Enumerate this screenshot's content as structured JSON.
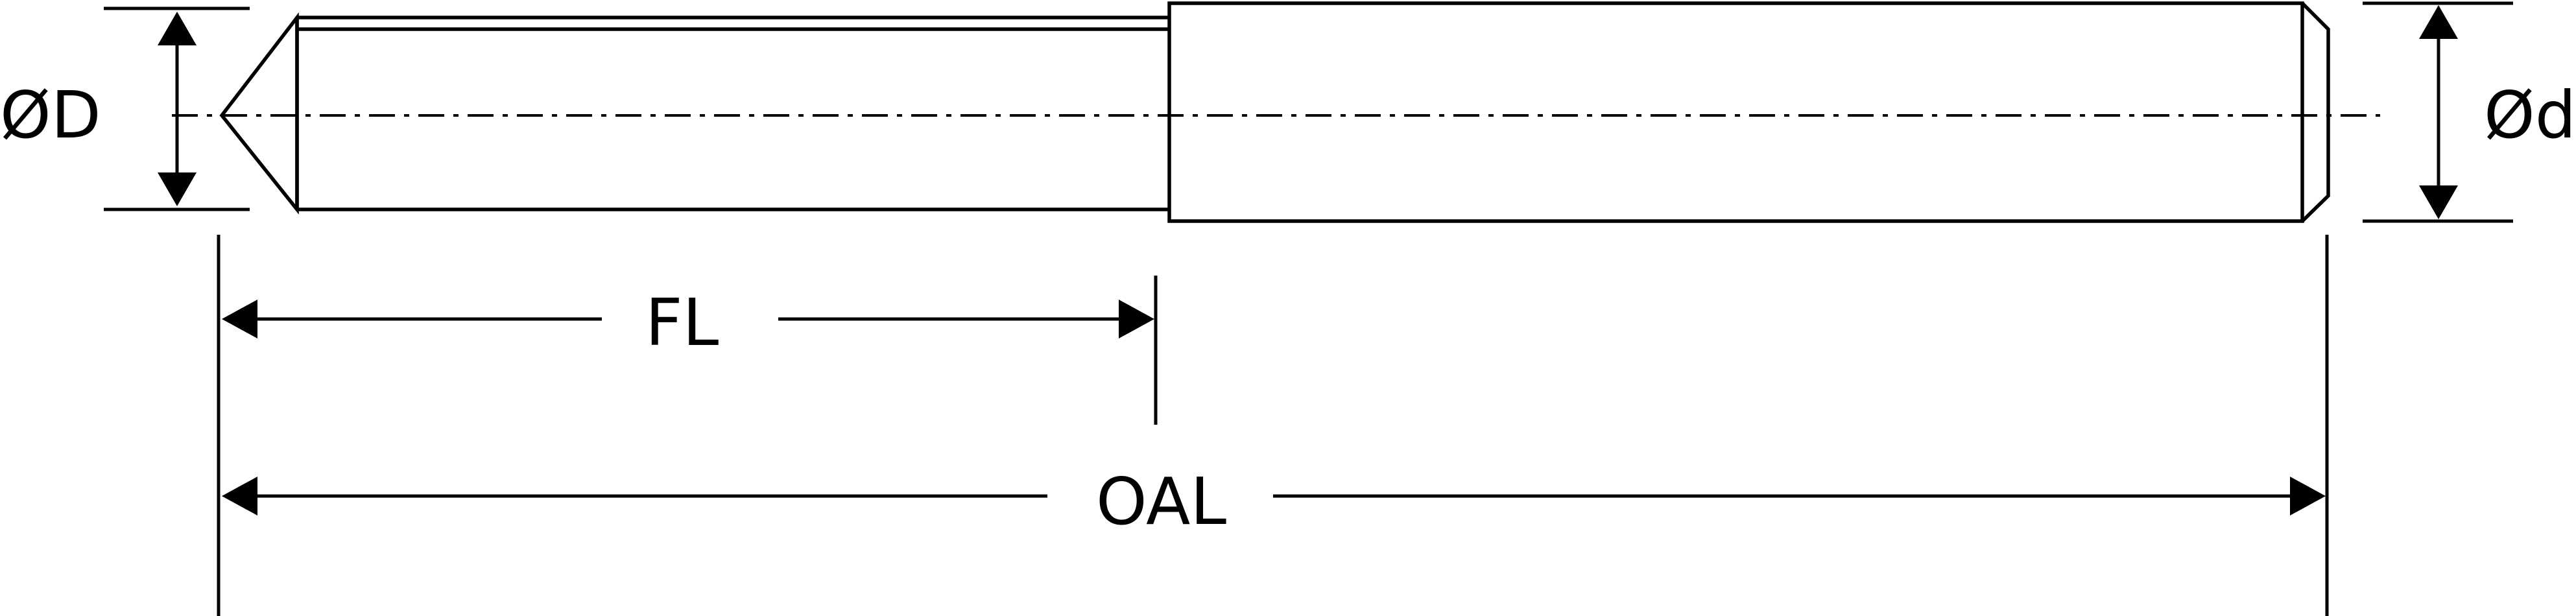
{
  "labels": {
    "diameter_D": "ØD",
    "diameter_d": "Ød",
    "flute_length": "FL",
    "overall_length": "OAL"
  }
}
